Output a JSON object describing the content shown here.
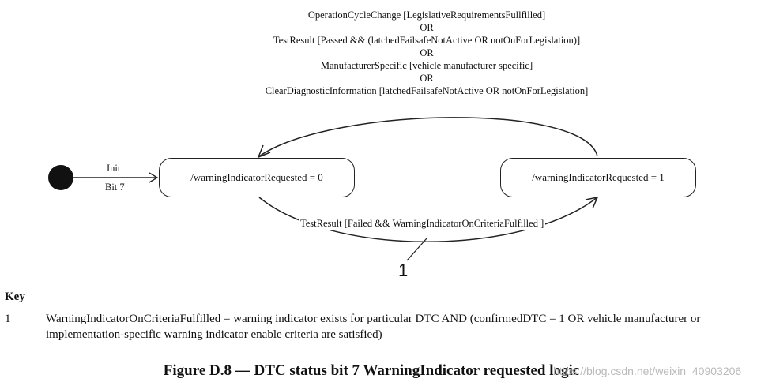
{
  "transition_top": {
    "lines": [
      "OperationCycleChange [LegislativeRequirementsFullfilled]",
      "OR",
      "TestResult [Passed && (latchedFailsafeNotActive OR notOnForLegislation)]",
      "OR",
      "ManufacturerSpecific [vehicle manufacturer specific]",
      "OR",
      "ClearDiagnosticInformation [latchedFailsafeNotActive OR notOnForLegislation]"
    ]
  },
  "initial": {
    "init_label": "Init",
    "bit_label": "Bit 7"
  },
  "states": {
    "state0": "/warningIndicatorRequested = 0",
    "state1": "/warningIndicatorRequested = 1"
  },
  "transition_bottom": {
    "label": "TestResult [Failed && WarningIndicatorOnCriteriaFulfilled ]",
    "callout": "1"
  },
  "key": {
    "heading": "Key",
    "items": [
      {
        "number": "1",
        "text": "WarningIndicatorOnCriteriaFulfilled = warning indicator exists for particular DTC AND (confirmedDTC = 1 OR vehicle manufacturer or implementation-specific warning indicator enable criteria are satisfied)"
      }
    ]
  },
  "caption": "Figure D.8 — DTC status bit 7 WarningIndicator requested logic",
  "watermark": "https://blog.csdn.net/weixin_40903206"
}
